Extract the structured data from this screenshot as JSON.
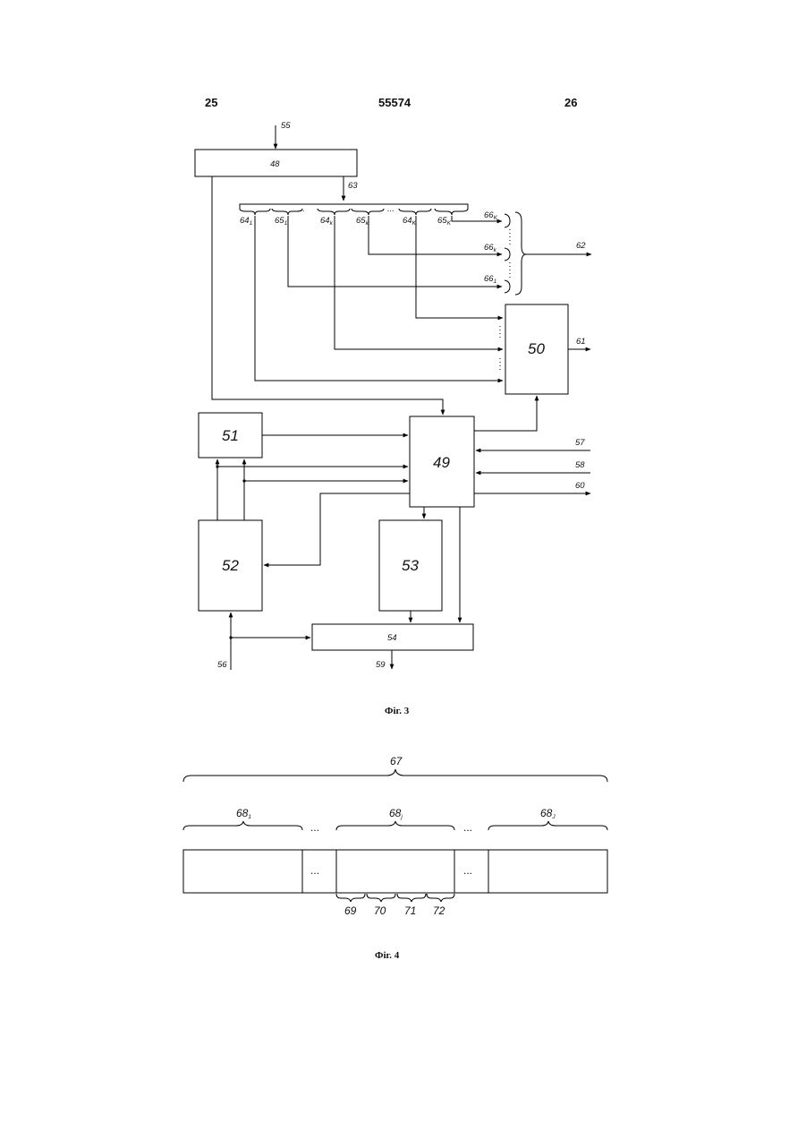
{
  "header": {
    "left_page": "25",
    "patent_number": "55574",
    "right_page": "26"
  },
  "fig3": {
    "caption": "Фіг. 3",
    "blocks": {
      "b48": "48",
      "b49": "49",
      "b50": "50",
      "b51": "51",
      "b52": "52",
      "b53": "53",
      "b54": "54"
    },
    "signals": {
      "s55": "55",
      "s56": "56",
      "s57": "57",
      "s58": "58",
      "s59": "59",
      "s60": "60",
      "s61": "61",
      "s62": "62",
      "s63": "63"
    },
    "fields": [
      {
        "base": "64",
        "sub": "1"
      },
      {
        "base": "65",
        "sub": "1"
      },
      {
        "base": "64",
        "sub": "k"
      },
      {
        "base": "65",
        "sub": "k"
      },
      {
        "base": "64",
        "sub": "K"
      },
      {
        "base": "65",
        "sub": "K"
      }
    ],
    "outputs": [
      {
        "base": "66",
        "sub": "K"
      },
      {
        "base": "66",
        "sub": "k"
      },
      {
        "base": "66",
        "sub": "1"
      }
    ],
    "ellipsis": "..."
  },
  "fig4": {
    "caption": "Фіг. 4",
    "frame_label": "67",
    "segments": [
      {
        "base": "68",
        "sub": "1"
      },
      {
        "base": "68",
        "sub": "j"
      },
      {
        "base": "68",
        "sub": "J"
      }
    ],
    "subfields": [
      "69",
      "70",
      "71",
      "72"
    ],
    "ellipsis": "..."
  }
}
